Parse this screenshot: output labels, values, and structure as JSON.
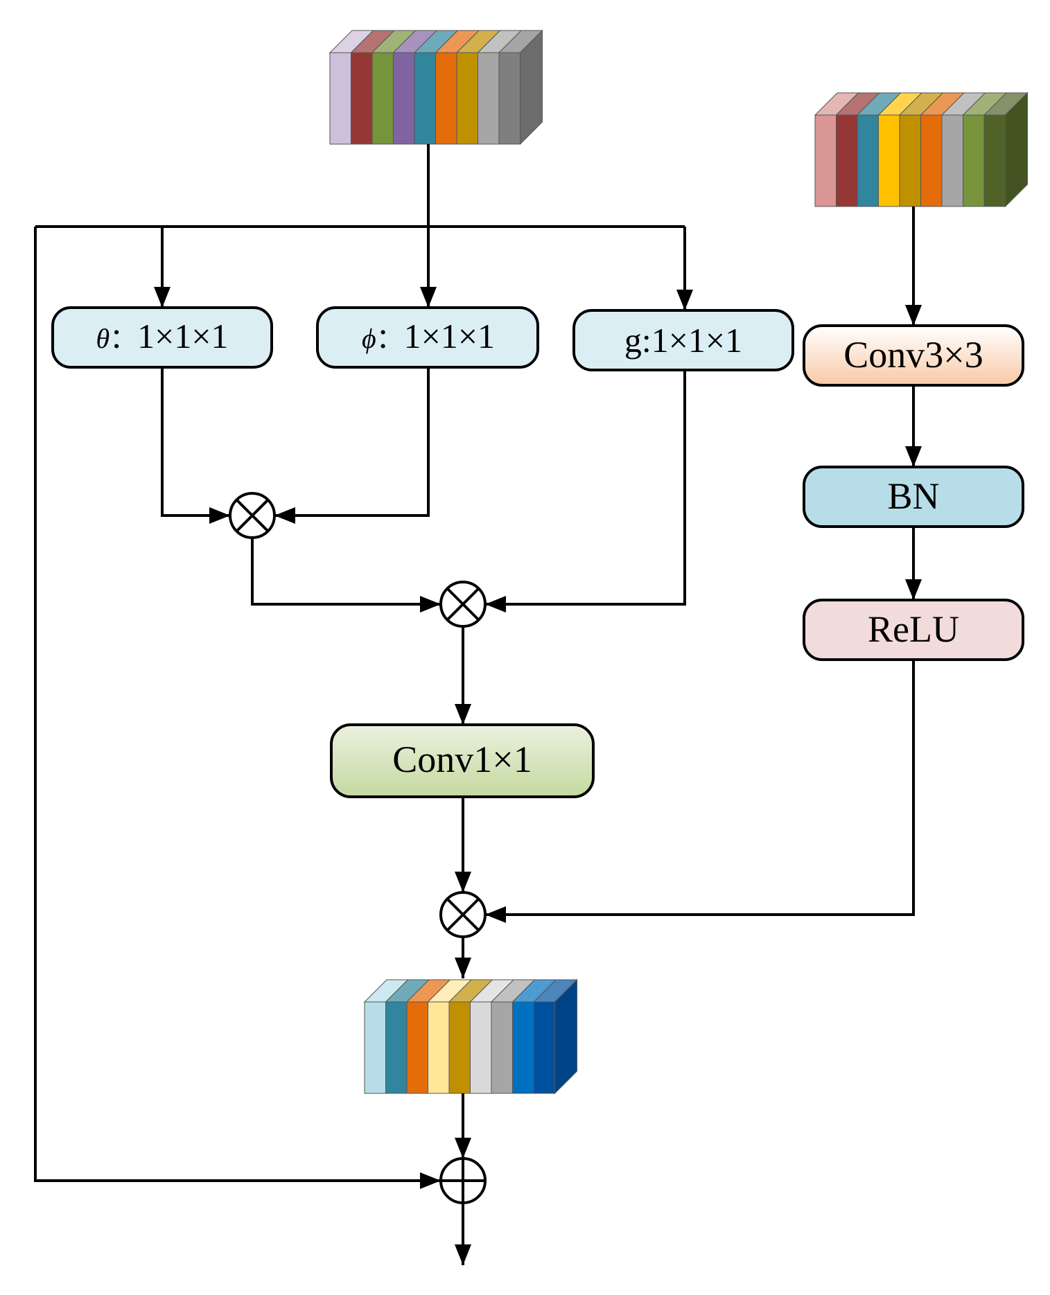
{
  "nodes": {
    "theta": {
      "symbol": "θ",
      "label": "1×1×1",
      "fill": "#DBEEF4"
    },
    "phi": {
      "symbol": "ϕ",
      "label": "1×1×1",
      "fill": "#DBEEF4"
    },
    "g": {
      "label": "g:1×1×1",
      "fill": "#DBEEF4"
    },
    "conv1x1": {
      "label": "Conv1×1",
      "fill_top": "#EBF1DE",
      "fill_bottom": "#C4D9A0"
    },
    "conv3x3": {
      "label": "Conv3×3",
      "fill_top": "#FFFFFF",
      "fill_bottom": "#F9C9A6"
    },
    "bn": {
      "label": "BN",
      "fill": "#B7DEE8"
    },
    "relu": {
      "label": "ReLU",
      "fill": "#F2DCDB"
    }
  },
  "operators": {
    "multiply": "⊗",
    "add": "⊕"
  },
  "tensors": {
    "input_main": [
      "#CCC0DA",
      "#953735",
      "#77933C",
      "#8064A2",
      "#31859C",
      "#E46C0A",
      "#BF9000",
      "#A6A6A6",
      "#7F7F7F"
    ],
    "input_right": [
      "#D99694",
      "#953735",
      "#31859C",
      "#FFC000",
      "#BF9000",
      "#E46C0A",
      "#A6A6A6",
      "#77933C",
      "#4F6228"
    ],
    "output": [
      "#B7DEE8",
      "#31859C",
      "#E46C0A",
      "#FFE699",
      "#BF9000",
      "#D9D9D9",
      "#A6A6A6",
      "#0070C0",
      "#0050A0"
    ]
  }
}
